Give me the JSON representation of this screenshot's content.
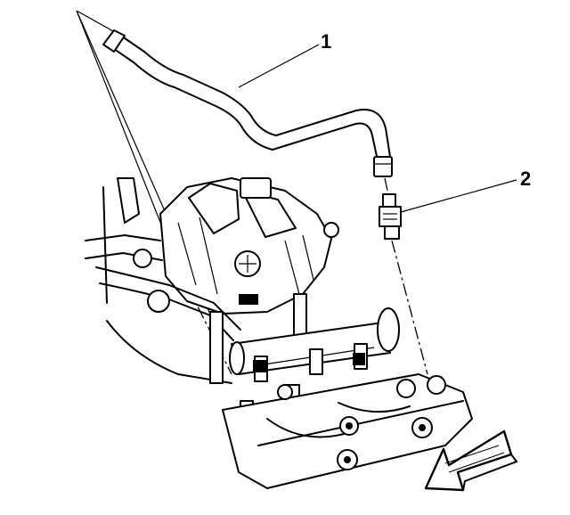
{
  "callouts": {
    "label_1": "1",
    "label_2": "2"
  },
  "parts": {
    "part_1_name": "fuel-feed-pipe",
    "part_2_name": "fuel-pressure-fitting"
  },
  "icons": {
    "direction_arrow": "front-arrow-icon"
  }
}
